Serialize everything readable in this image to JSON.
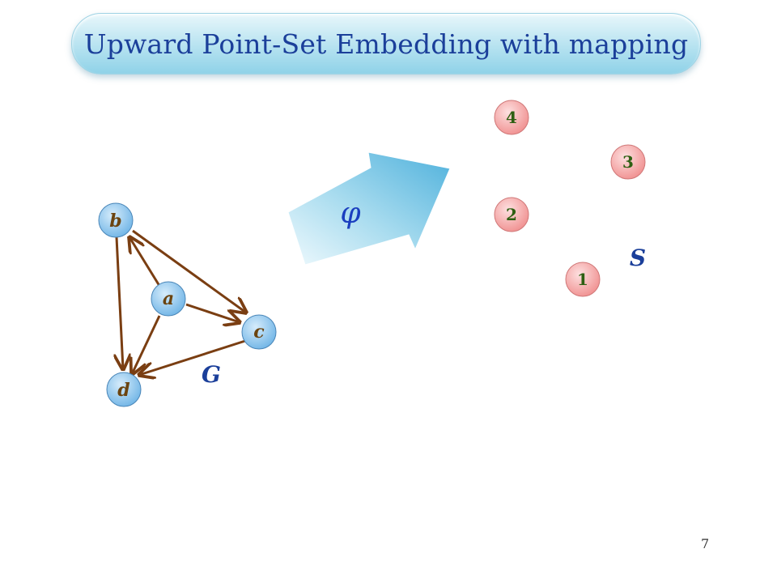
{
  "slide": {
    "title": "Upward Point-Set Embedding with mapping",
    "page_number": "7"
  },
  "graph": {
    "label": "G",
    "vertices": [
      {
        "id": "a",
        "label": "a"
      },
      {
        "id": "b",
        "label": "b"
      },
      {
        "id": "c",
        "label": "c"
      },
      {
        "id": "d",
        "label": "d"
      }
    ],
    "edges": [
      {
        "from": "a",
        "to": "b"
      },
      {
        "from": "a",
        "to": "c"
      },
      {
        "from": "a",
        "to": "d"
      },
      {
        "from": "b",
        "to": "c"
      },
      {
        "from": "b",
        "to": "d"
      },
      {
        "from": "c",
        "to": "d"
      }
    ]
  },
  "mapping": {
    "symbol": "φ"
  },
  "point_set": {
    "label": "S",
    "points": [
      {
        "id": "p1",
        "label": "1"
      },
      {
        "id": "p2",
        "label": "2"
      },
      {
        "id": "p3",
        "label": "3"
      },
      {
        "id": "p4",
        "label": "4"
      }
    ]
  },
  "colors": {
    "title_text": "#1b3f9a",
    "vertex_fill": "#8fc7ef",
    "edge": "#7a3e12",
    "point_fill": "#f4a6a6",
    "point_text": "#2e5f12",
    "label_blue": "#1b3f9a",
    "arrow": "#6fc3e3"
  }
}
